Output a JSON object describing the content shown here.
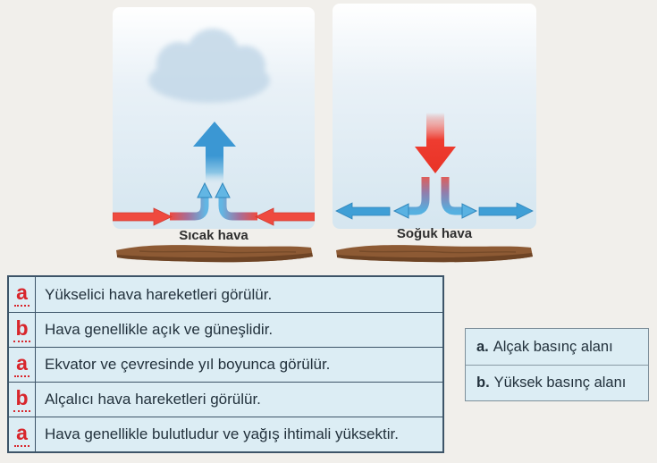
{
  "panels": [
    {
      "id": "hot-air",
      "label": "Sıcak hava"
    },
    {
      "id": "cold-air",
      "label": "Soğuk hava"
    }
  ],
  "table": {
    "rows": [
      {
        "letter": "a",
        "text": "Yükselici hava hareketleri görülür."
      },
      {
        "letter": "b",
        "text": "Hava genellikle açık ve güneşlidir."
      },
      {
        "letter": "a",
        "text": "Ekvator ve çevresinde yıl boyunca görülür."
      },
      {
        "letter": "b",
        "text": "Alçalıcı hava hareketleri görülür."
      },
      {
        "letter": "a",
        "text": "Hava genellikle bulutludur ve yağış ihtimali yüksektir."
      }
    ]
  },
  "legend": {
    "items": [
      {
        "key": "a.",
        "text": "Alçak basınç alanı"
      },
      {
        "key": "b.",
        "text": "Yüksek basınç alanı"
      }
    ]
  },
  "colors": {
    "background": "#f1efeb",
    "sky_top": "#ffffff",
    "sky_bottom": "#d5e6f0",
    "cloud": "#c3d8e8",
    "blue_arrow": "#3b97d3",
    "blue_arrow_light": "#62b6e4",
    "red_arrow": "#ef4a3f",
    "ground_brown": "#8d5a34",
    "ground_brown_dark": "#6e4425",
    "table_background": "#dcedf4",
    "table_border": "#3d5468",
    "statement_text": "#22313c",
    "answer_letter_red": "#d8262c",
    "legend_border": "#7e8f9a"
  }
}
